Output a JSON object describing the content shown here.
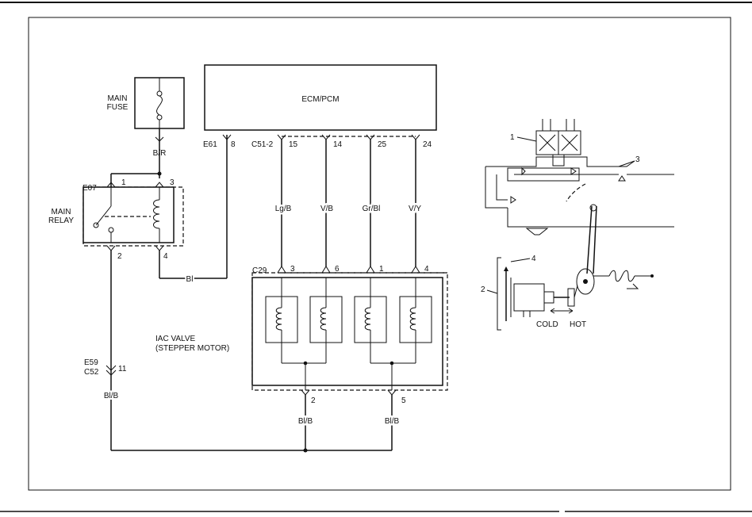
{
  "labels": {
    "ecm": "ECM/PCM",
    "main_fuse_1": "MAIN",
    "main_fuse_2": "FUSE",
    "main_relay_1": "MAIN",
    "main_relay_2": "RELAY",
    "iac_1": "IAC VALVE",
    "iac_2": "(STEPPER MOTOR)",
    "fuse_wire": "B/R",
    "relay_ground_wire": "Bl",
    "e07": "E07",
    "e61": "E61",
    "c51": "C51-2",
    "c29": "C29",
    "e59": "E59",
    "c52": "C52",
    "bl_b_left": "Bl/B",
    "bl_b_mid": "Bl/B",
    "bl_b_right": "Bl/B",
    "cold": "COLD",
    "hot": "HOT"
  },
  "pins": {
    "relay_1": "1",
    "relay_3": "3",
    "relay_2": "2",
    "relay_4": "4",
    "ecm_8": "8",
    "ecm_15": "15",
    "ecm_14": "14",
    "ecm_25": "25",
    "ecm_24": "24",
    "c29_3": "3",
    "c29_6": "6",
    "c29_1": "1",
    "c29_4": "4",
    "iac_2": "2",
    "iac_5": "5",
    "c52_11": "11"
  },
  "wires": [
    "Lg/B",
    "V/B",
    "Gr/Bl",
    "V/Y"
  ],
  "callouts": {
    "n1": "1",
    "n2": "2",
    "n3": "3",
    "n4": "4"
  }
}
